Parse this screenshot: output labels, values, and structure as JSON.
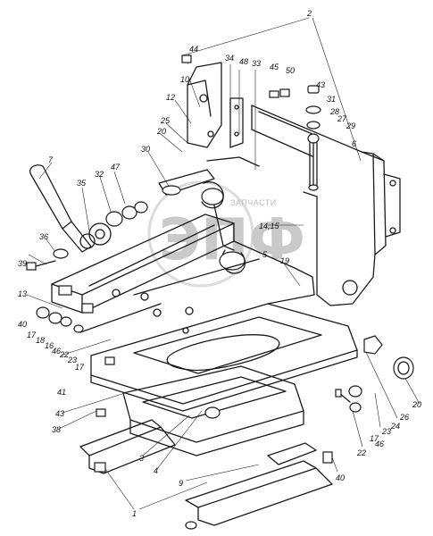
{
  "watermark": {
    "logo": "ЭПФ",
    "caption": "ЗАПЧАСТИ"
  },
  "labels": [
    {
      "id": "2",
      "text": "2"
    },
    {
      "id": "44",
      "text": "44"
    },
    {
      "id": "34",
      "text": "34"
    },
    {
      "id": "48",
      "text": "48"
    },
    {
      "id": "33",
      "text": "33"
    },
    {
      "id": "45",
      "text": "45"
    },
    {
      "id": "50",
      "text": "50"
    },
    {
      "id": "43a",
      "text": "43"
    },
    {
      "id": "10",
      "text": "10"
    },
    {
      "id": "31",
      "text": "31"
    },
    {
      "id": "12",
      "text": "12"
    },
    {
      "id": "28",
      "text": "28"
    },
    {
      "id": "27",
      "text": "27"
    },
    {
      "id": "29",
      "text": "29"
    },
    {
      "id": "25",
      "text": "25"
    },
    {
      "id": "20a",
      "text": "20"
    },
    {
      "id": "6",
      "text": "6"
    },
    {
      "id": "30",
      "text": "30"
    },
    {
      "id": "7",
      "text": "7"
    },
    {
      "id": "47",
      "text": "47"
    },
    {
      "id": "35",
      "text": "35"
    },
    {
      "id": "32",
      "text": "32"
    },
    {
      "id": "1415",
      "text": "14,15"
    },
    {
      "id": "36",
      "text": "36"
    },
    {
      "id": "5",
      "text": "5"
    },
    {
      "id": "19",
      "text": "19"
    },
    {
      "id": "39",
      "text": "39"
    },
    {
      "id": "13",
      "text": "13"
    },
    {
      "id": "40a",
      "text": "40"
    },
    {
      "id": "17a",
      "text": "17"
    },
    {
      "id": "18",
      "text": "18"
    },
    {
      "id": "16",
      "text": "16"
    },
    {
      "id": "46a",
      "text": "46"
    },
    {
      "id": "22a",
      "text": "22"
    },
    {
      "id": "23a",
      "text": "23"
    },
    {
      "id": "17b",
      "text": "17"
    },
    {
      "id": "41",
      "text": "41"
    },
    {
      "id": "43b",
      "text": "43"
    },
    {
      "id": "38",
      "text": "38"
    },
    {
      "id": "20b",
      "text": "20"
    },
    {
      "id": "26",
      "text": "26"
    },
    {
      "id": "24",
      "text": "24"
    },
    {
      "id": "23b",
      "text": "23"
    },
    {
      "id": "17c",
      "text": "17"
    },
    {
      "id": "46b",
      "text": "46"
    },
    {
      "id": "22b",
      "text": "22"
    },
    {
      "id": "3",
      "text": "3"
    },
    {
      "id": "4",
      "text": "4"
    },
    {
      "id": "9",
      "text": "9"
    },
    {
      "id": "40b",
      "text": "40"
    },
    {
      "id": "1",
      "text": "1"
    }
  ]
}
